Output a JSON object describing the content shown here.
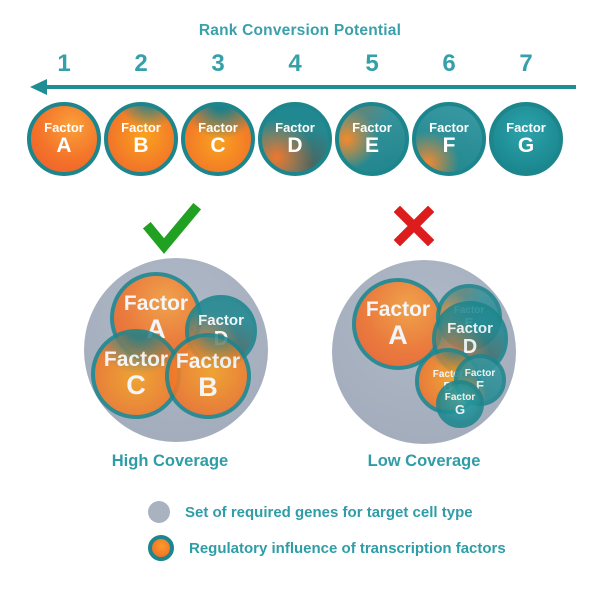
{
  "header": {
    "title": "Rank Conversion Potential"
  },
  "rank_row": {
    "numbers": [
      "1",
      "2",
      "3",
      "4",
      "5",
      "6",
      "7"
    ],
    "factors": [
      {
        "word": "Factor",
        "letter": "A"
      },
      {
        "word": "Factor",
        "letter": "B"
      },
      {
        "word": "Factor",
        "letter": "C"
      },
      {
        "word": "Factor",
        "letter": "D"
      },
      {
        "word": "Factor",
        "letter": "E"
      },
      {
        "word": "Factor",
        "letter": "F"
      },
      {
        "word": "Factor",
        "letter": "G"
      }
    ]
  },
  "high_coverage": {
    "verdict_icon": "check-icon",
    "label": "High Coverage",
    "circles": [
      {
        "word": "Factor",
        "letter": "A"
      },
      {
        "word": "Factor",
        "letter": "D"
      },
      {
        "word": "Factor",
        "letter": "C"
      },
      {
        "word": "Factor",
        "letter": "B"
      }
    ]
  },
  "low_coverage": {
    "verdict_icon": "x-icon",
    "label": "Low Coverage",
    "circles": [
      {
        "word": "Factor",
        "letter": "A"
      },
      {
        "word": "Factor",
        "letter": "E"
      },
      {
        "word": "Factor",
        "letter": "D"
      },
      {
        "word": "Factor",
        "letter": "B"
      },
      {
        "word": "Factor",
        "letter": "F"
      },
      {
        "word": "Factor",
        "letter": "G"
      }
    ]
  },
  "legend": {
    "items": [
      {
        "swatch": "gray-circle",
        "text": "Set of required genes for target cell type"
      },
      {
        "swatch": "transcription-factor-circle",
        "text": "Regulatory influence of transcription factors"
      }
    ]
  },
  "colors": {
    "teal_text": "#35a0aa",
    "teal_border": "#1d868d",
    "orange": "#f47b2a",
    "gray_set": "#a6b0bf",
    "green_check": "#21a121",
    "red_x": "#dd1d1d"
  }
}
